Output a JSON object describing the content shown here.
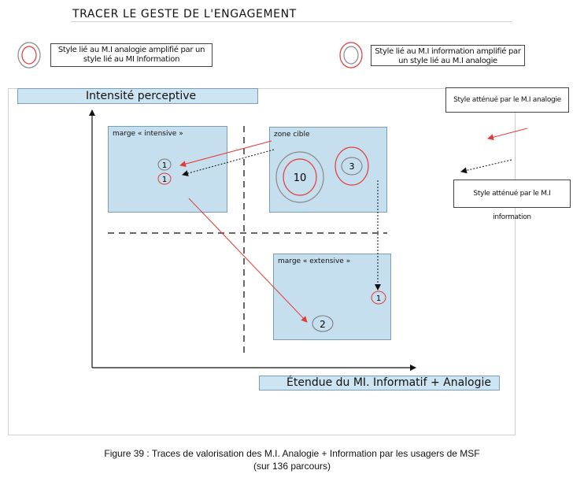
{
  "header": {
    "title": "TRACER LE GESTE DE L'ENGAGEMENT"
  },
  "legend": {
    "amplified_analogie": "Style lié au M.I analogie amplifié par un style lié au MI Information",
    "amplified_information": "Style lié au M.I information amplifié par un style lié au M.I analogie",
    "attenuated_analogie": "Style atténué par le M.I analogie",
    "attenuated_information": "Style atténué par le M.I information",
    "colors": {
      "analogie": "#e53935",
      "information": "#111111",
      "gray_circle": "#888888"
    }
  },
  "axes": {
    "y_label": "Intensité perceptive",
    "x_label": "Étendue du MI. Informatif + Analogie"
  },
  "zones": {
    "intensive": {
      "label": "marge « intensive »",
      "markers": [
        "1",
        "1"
      ]
    },
    "target": {
      "label": "zone cible",
      "markers": [
        "10",
        "3"
      ]
    },
    "extensive": {
      "label": "marge « extensive »",
      "markers": [
        "1",
        "2"
      ]
    }
  },
  "caption": {
    "line1": "Figure 39 : Traces de valorisation des M.I. Analogie + Information par les usagers de MSF",
    "line2": "(sur 136 parcours)"
  }
}
